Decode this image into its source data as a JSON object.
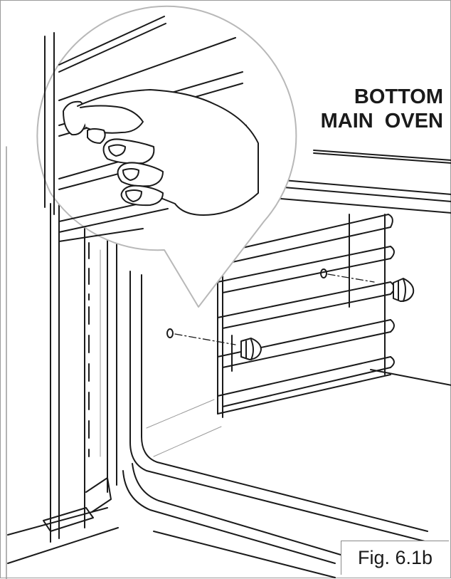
{
  "heading": {
    "line1": "BOTTOM",
    "line2": "MAIN  OVEN"
  },
  "figure_label": "Fig. 6.1b",
  "colors": {
    "line": "#1a1a1a",
    "light_line": "#9a9a9a",
    "background": "#ffffff"
  }
}
